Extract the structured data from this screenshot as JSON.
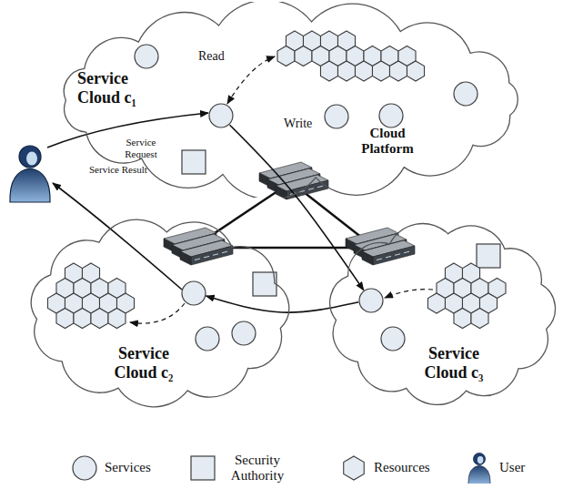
{
  "diagram": {
    "nodes": [
      {
        "text": [
          "Service Cloud c₁"
        ]
      },
      {
        "text": [
          "Service Cloud c₂"
        ]
      },
      {
        "text": [
          "Service Cloud c₃"
        ]
      }
    ],
    "edges": [
      {
        "from": 0,
        "to": 2,
        "arrow": "to"
      },
      {
        "from": 2,
        "to": 1,
        "arrow": "to"
      }
    ],
    "labels": [
      "Read",
      "Write",
      "Service Request",
      "Service Result",
      "Cloud Platform"
    ],
    "legend": [
      {
        "text": "Services"
      },
      {
        "text": "Security Authority"
      },
      {
        "text": "Resources"
      },
      {
        "text": "User"
      }
    ]
  }
}
